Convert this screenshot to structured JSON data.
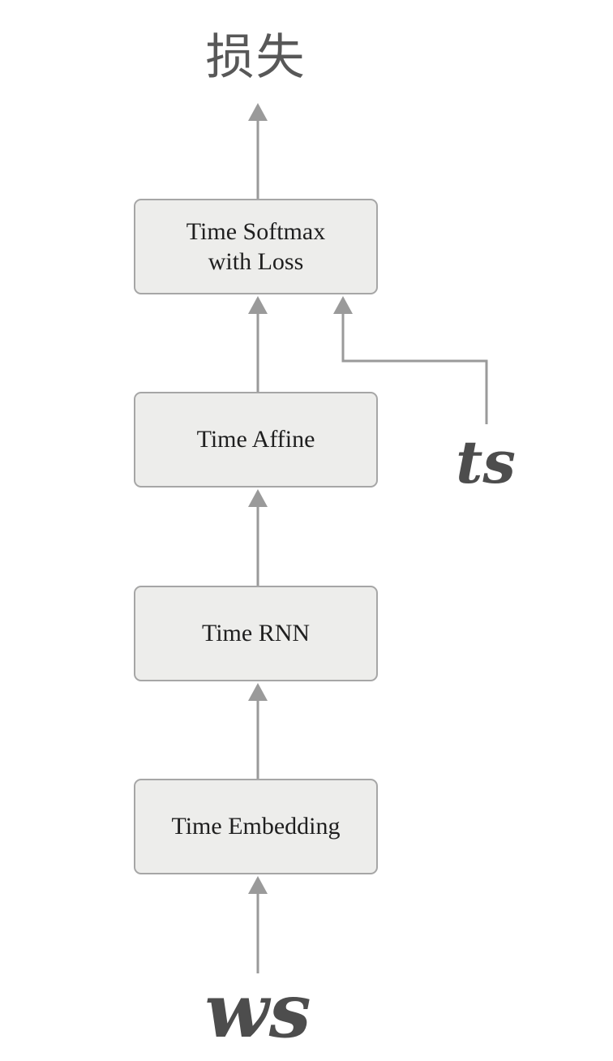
{
  "diagram": {
    "loss_label": "损失",
    "layers": [
      {
        "label": "Time Softmax\nwith Loss"
      },
      {
        "label": "Time Affine"
      },
      {
        "label": "Time RNN"
      },
      {
        "label": "Time Embedding"
      }
    ],
    "inputs": {
      "ts_label": "ts",
      "ws_label": "ws"
    },
    "colors": {
      "background": "#ffffff",
      "box_fill": "#EDEDEB",
      "box_border": "#A6A6A6",
      "box_text": "#1F1F1F",
      "arrow": "#9A9A9A",
      "loss_text": "#585858",
      "variable_text": "#4D4D4D"
    }
  }
}
